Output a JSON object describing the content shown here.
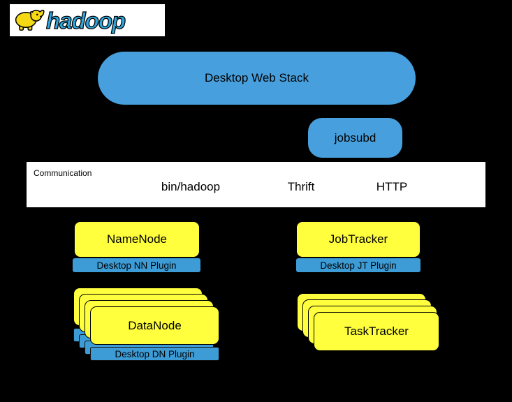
{
  "logo": {
    "icon": "elephant-icon",
    "text": "hadoop"
  },
  "nodes": {
    "web_stack": "Desktop Web Stack",
    "jobsubd": "jobsubd",
    "namenode": "NameNode",
    "nn_plugin": "Desktop NN Plugin",
    "jobtracker": "JobTracker",
    "jt_plugin": "Desktop JT Plugin",
    "datanode": "DataNode",
    "dn_plugin": "Desktop DN Plugin",
    "tasktracker": "TaskTracker"
  },
  "comm": {
    "label": "Communication",
    "items": [
      "bin/hadoop",
      "Thrift",
      "HTTP"
    ]
  },
  "colors": {
    "background": "#000000",
    "blue_shape": "#47a0dd",
    "plugin_blue": "#3d9cd6",
    "node_yellow": "#ffff3d",
    "bar_white": "#ffffff",
    "logo_text_blue": "#2fa8df"
  }
}
